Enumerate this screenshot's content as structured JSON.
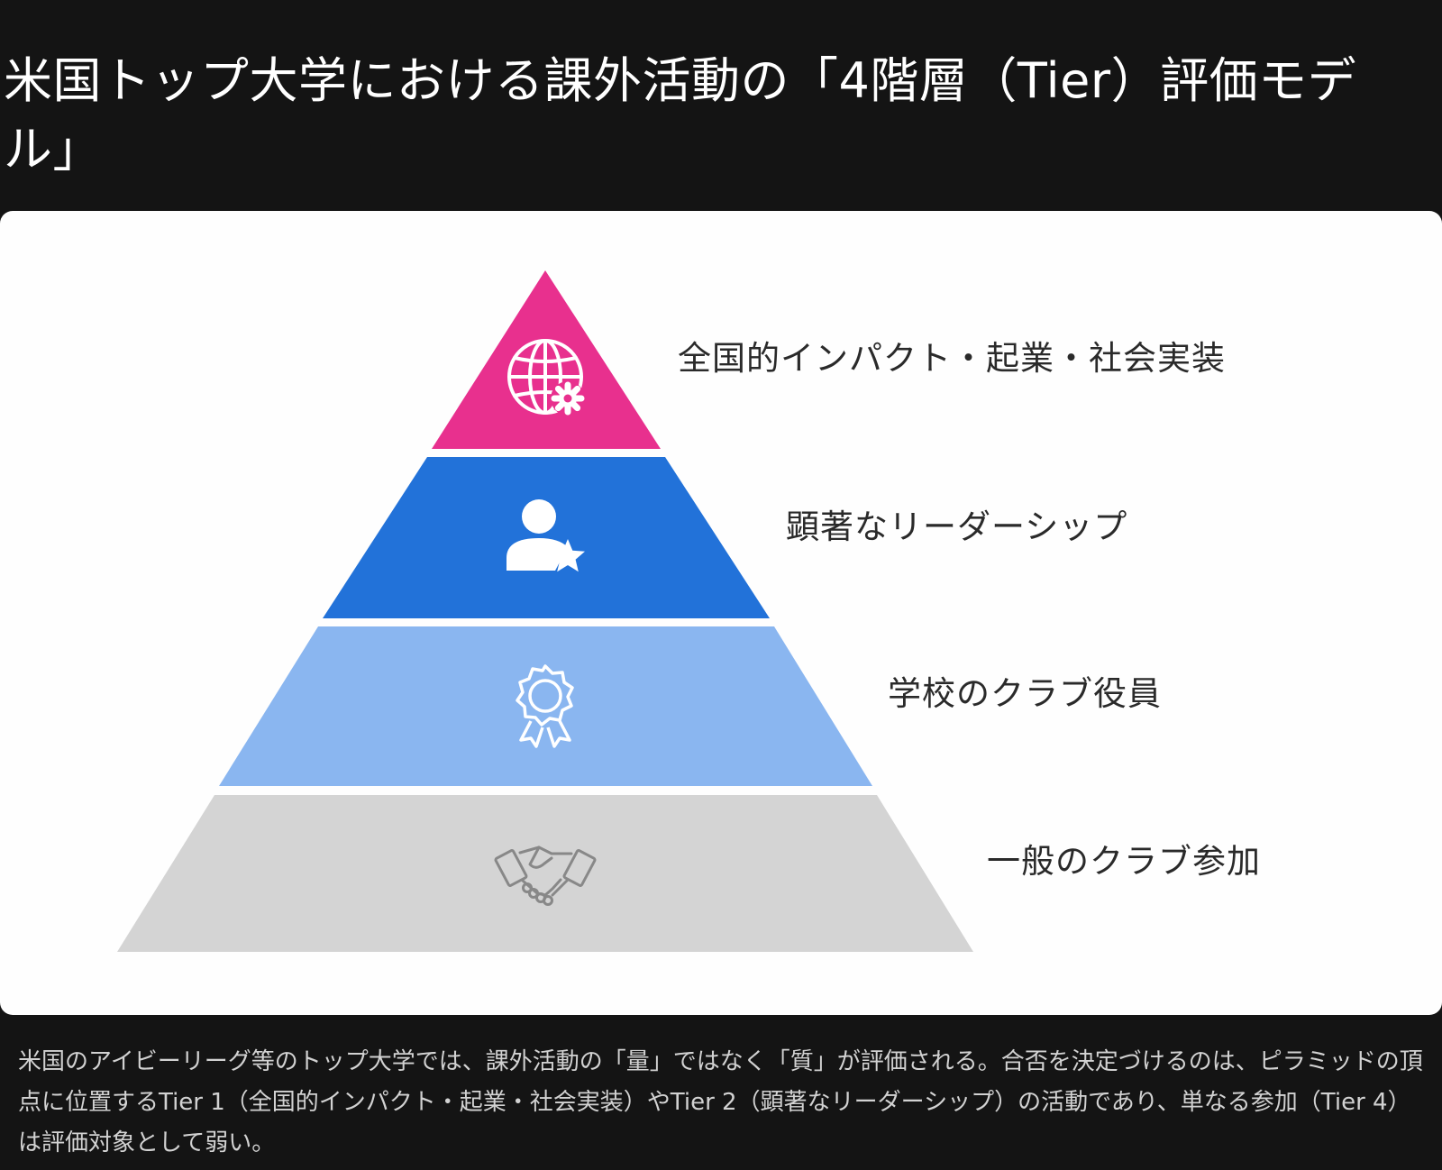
{
  "page": {
    "title": "米国トップ大学における課外活動の「4階層（Tier）評価モデル」",
    "caption": "米国のアイビーリーグ等のトップ大学では、課外活動の「量」ではなく「質」が評価される。合否を決定づけるのは、ピラミッドの頂点に位置するTier 1（全国的インパクト・起業・社会実装）やTier 2（顕著なリーダーシップ）の活動であり、単なる参加（Tier 4）は評価対象として弱い。"
  },
  "pyramid": {
    "tiers": [
      {
        "label": "全国的インパクト・起業・社会実装",
        "color": "#e8308e",
        "icon": "globe-gear-icon"
      },
      {
        "label": "顕著なリーダーシップ",
        "color": "#2272d9",
        "icon": "person-star-icon"
      },
      {
        "label": "学校のクラブ役員",
        "color": "#8ab6f0",
        "icon": "award-ribbon-icon"
      },
      {
        "label": "一般のクラブ参加",
        "color": "#d4d4d4",
        "icon": "handshake-icon"
      }
    ]
  }
}
